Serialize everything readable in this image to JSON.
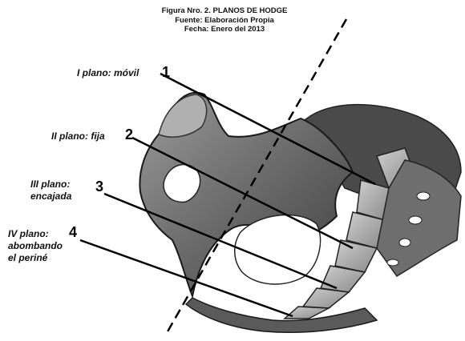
{
  "caption": {
    "line1": "Figura Nro. 2. PLANOS DE HODGE",
    "line2": "Fuente: Elaboración Propia",
    "line3": "Fecha: Enero del 2013"
  },
  "planes": [
    {
      "number": "1",
      "label_lines": [
        "I plano: móvil"
      ]
    },
    {
      "number": "2",
      "label_lines": [
        "II plano: fija"
      ]
    },
    {
      "number": "3",
      "label_lines": [
        "III plano:",
        "encajada"
      ]
    },
    {
      "number": "4",
      "label_lines": [
        "IV plano:",
        "abombando",
        "el periné"
      ]
    }
  ]
}
